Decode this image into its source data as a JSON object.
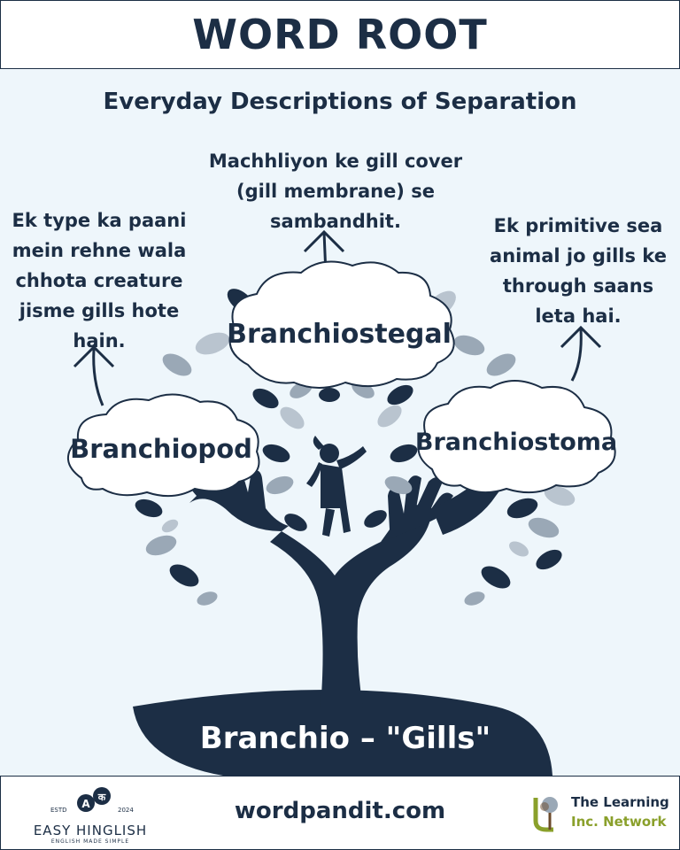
{
  "header": {
    "title": "WORD ROOT"
  },
  "subtitle": "Everyday Descriptions of Separation",
  "words": {
    "left": {
      "label": "Branchiopod",
      "description": "Ek type ka paani mein rehne wala chhota creature jisme gills hote hain."
    },
    "center": {
      "label": "Branchiostegal",
      "description": "Machhliyon ke gill cover (gill membrane) se sambandhit."
    },
    "right": {
      "label": "Branchiostoma",
      "description": "Ek primitive sea animal jo gills ke through saans leta hai."
    }
  },
  "root": {
    "label": "Branchio – \"Gills\""
  },
  "footer": {
    "website": "wordpandit.com",
    "brand_left": {
      "name": "EASY HINGLISH",
      "tagline": "ENGLISH MADE SIMPLE",
      "estd": "ESTD",
      "year": "2024",
      "glyph_a": "A",
      "glyph_ka": "क"
    },
    "brand_right": {
      "line1": "The Learning",
      "line2": "Inc. Network"
    }
  },
  "colors": {
    "navy": "#1c2e45",
    "background": "#eef6fb",
    "leaf_gray": "#9aa8b6",
    "olive": "#8aa02b",
    "brown": "#6b4a2b"
  }
}
